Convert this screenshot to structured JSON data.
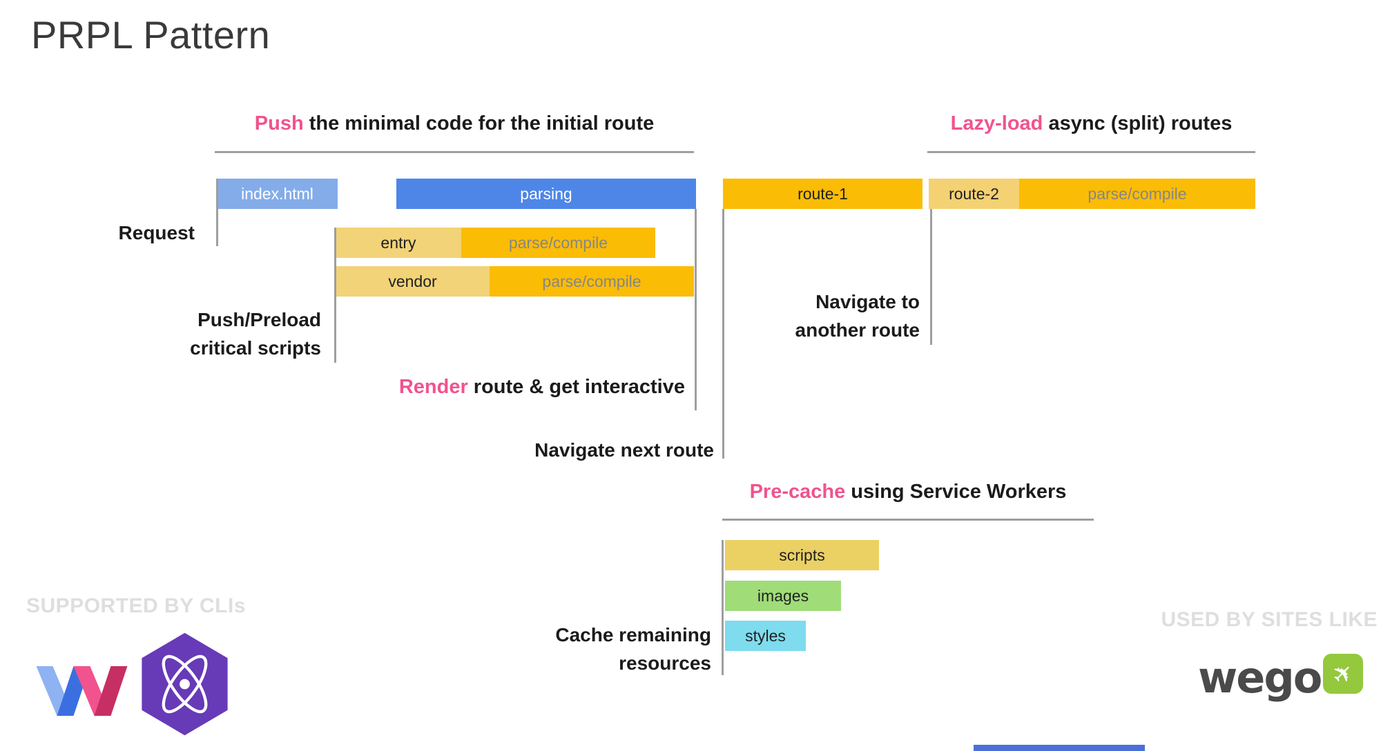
{
  "title": "PRPL Pattern",
  "headings": {
    "push": {
      "accent": "Push",
      "rest": " the minimal code for the initial route"
    },
    "lazy_load": {
      "accent": "Lazy-load",
      "rest": " async (split) routes"
    },
    "render": {
      "accent": "Render",
      "rest": " route & get interactive"
    },
    "pre_cache": {
      "accent": "Pre-cache",
      "rest": " using Service Workers"
    }
  },
  "labels": {
    "request": "Request",
    "push_preload": [
      "Push/Preload",
      "critical scripts"
    ],
    "navigate_next": "Navigate next route",
    "navigate_another": [
      "Navigate to",
      "another route"
    ],
    "cache_remaining": [
      "Cache remaining",
      "resources"
    ]
  },
  "timeline_bars": {
    "index_html": "index.html",
    "parsing": "parsing",
    "route_1": "route-1",
    "route_2": "route-2",
    "route_2_parse": "parse/compile",
    "entry": "entry",
    "entry_parse": "parse/compile",
    "vendor": "vendor",
    "vendor_parse": "parse/compile"
  },
  "precache_bars": {
    "scripts": "scripts",
    "images": "images",
    "styles": "styles"
  },
  "footer": {
    "supported_by": "SUPPORTED BY CLIs",
    "used_by": "USED BY SITES LIKE",
    "wego_text": "wego"
  },
  "icons": {
    "polymer": "polymer-logo",
    "preact": "preact-logo",
    "wego_plane": "airplane-icon"
  },
  "colors": {
    "accent_pink": "#F1538E",
    "bar_blue": "#4E86E8",
    "bar_light_blue": "#84ACE9",
    "bar_amber": "#FBBC05",
    "bar_light_amber": "#F2D377",
    "bar_scripts_yellow": "#EBD064",
    "bar_images_green": "#A0DC78",
    "bar_styles_cyan": "#7FDBEE",
    "guide_gray": "#9E9E9E",
    "watermark_gray": "#DEDEDE",
    "preact_purple": "#673AB8",
    "wego_green": "#94C83D"
  }
}
